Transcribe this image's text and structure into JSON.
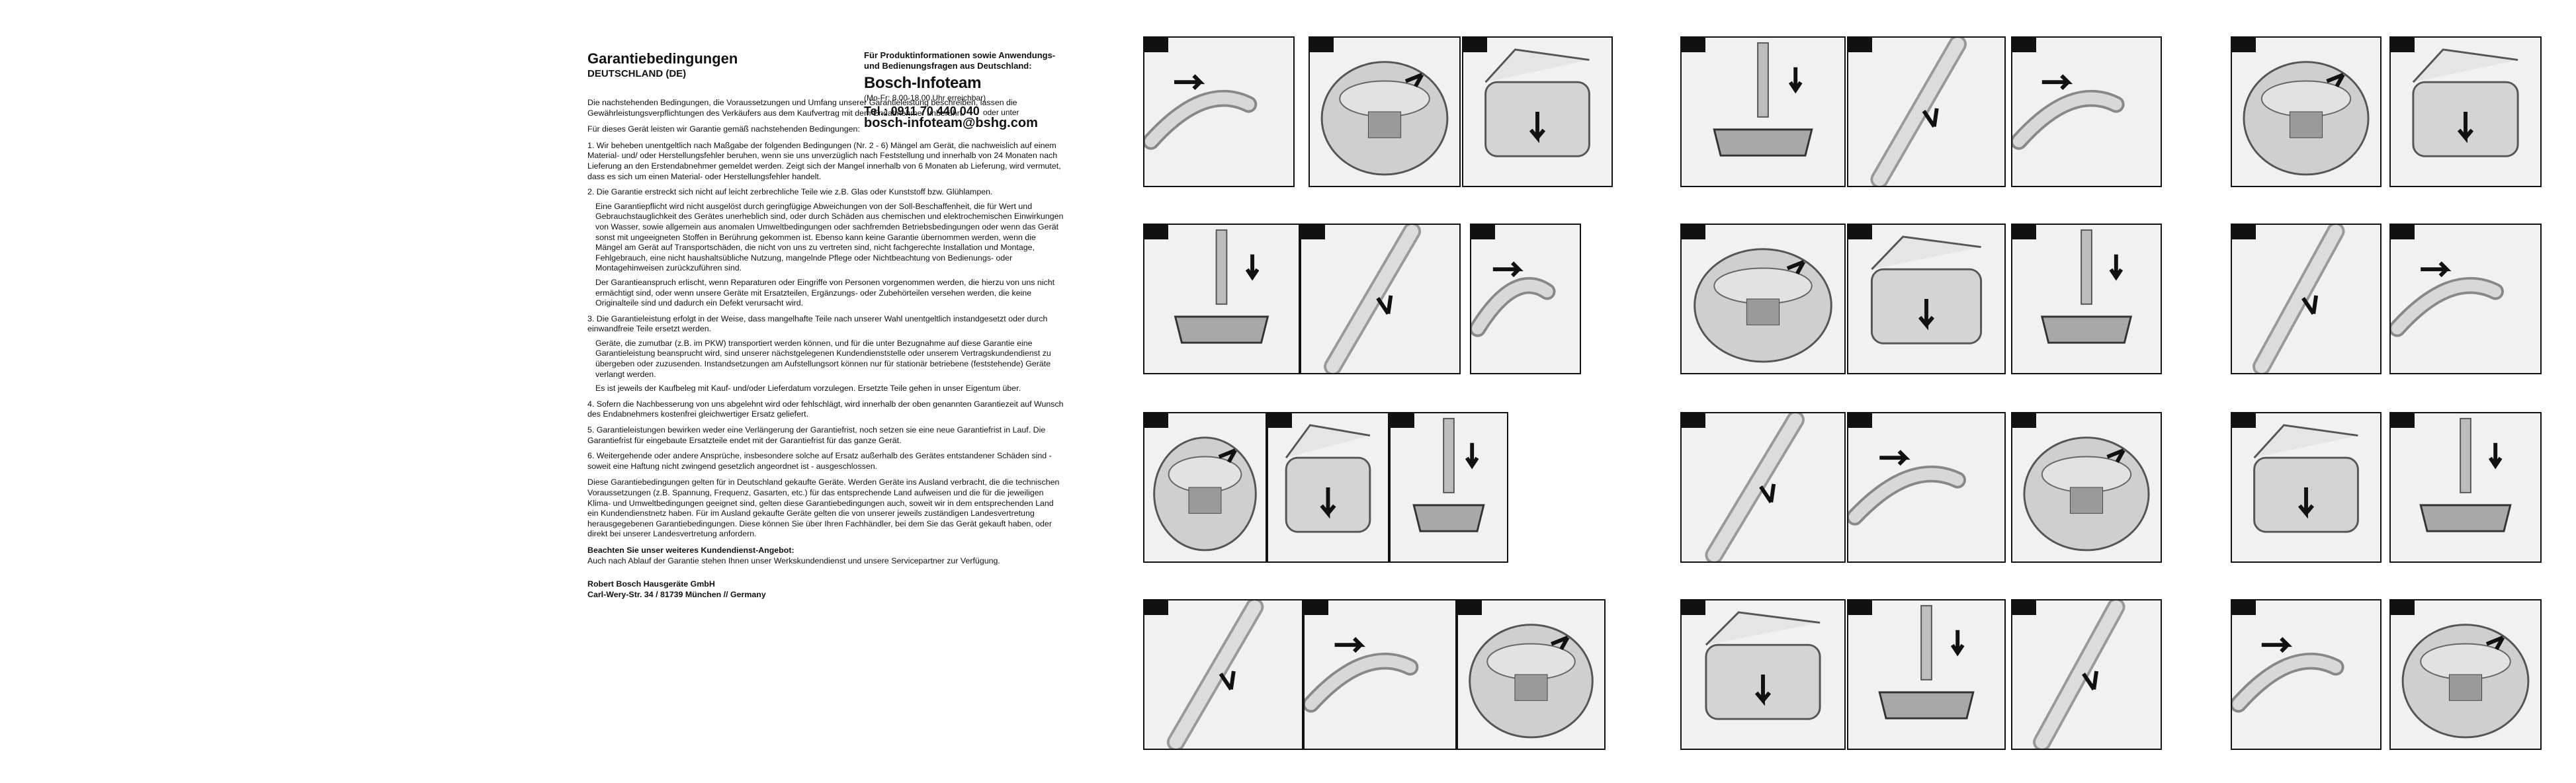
{
  "guarantee": {
    "title": "Garantiebedingungen",
    "subtitle": "DEUTSCHLAND (DE)",
    "intro": "Die nachstehenden Bedingungen, die Voraussetzungen und Umfang unserer Garantieleistung beschreiben, lassen die Gewährleistungsverpflichtungen des Verkäufers aus dem Kaufvertrag mit dem Endabnehmer unberührt.",
    "intro2": "Für dieses Gerät leisten wir Garantie gemäß nachstehenden Bedingungen:",
    "items": [
      [
        "1. Wir beheben unentgeltlich nach Maßgabe der folgenden Bedingungen (Nr. 2 - 6) Mängel am Gerät, die nachweislich auf einem Material- und/ oder Herstellungsfehler beruhen, wenn sie uns unverzüglich nach Feststellung und innerhalb von 24 Monaten nach Lieferung an den Erstendabnehmer gemeldet werden. Zeigt sich der Mangel innerhalb von 6 Monaten ab Lieferung, wird vermutet, dass es sich um einen Material- oder Herstellungsfehler handelt."
      ],
      [
        "2. Die Garantie erstreckt sich nicht auf leicht zerbrechliche Teile wie z.B. Glas oder Kunststoff bzw. Glühlampen.",
        "Eine Garantiepflicht wird nicht ausgelöst durch geringfügige Abweichungen von der Soll-Beschaffenheit, die für Wert und Gebrauchstauglichkeit des Gerätes unerheblich sind, oder durch Schäden aus chemischen und elektrochemischen Einwirkungen von Wasser, sowie allgemein aus anomalen Umweltbedingungen oder sachfremden Betriebsbedingungen oder wenn das Gerät sonst mit ungeeigneten Stoffen in Berührung gekommen ist. Ebenso kann keine Garantie übernommen werden, wenn die Mängel am Gerät auf Transportschäden, die nicht von uns zu vertreten sind, nicht fachgerechte Installation und Montage, Fehlgebrauch, eine nicht haushaltsübliche Nutzung, mangelnde Pflege oder Nichtbeachtung von Bedienungs- oder Montagehinweisen zurückzuführen sind.",
        "Der Garantieanspruch erlischt, wenn Reparaturen oder Eingriffe von Personen vorgenommen werden, die hierzu von uns nicht ermächtigt sind, oder wenn unsere Geräte mit Ersatzteilen, Ergänzungs- oder Zubehörteilen versehen werden, die keine Originalteile sind und dadurch ein Defekt verursacht wird."
      ],
      [
        "3. Die Garantieleistung erfolgt in der Weise, dass mangelhafte Teile nach unserer Wahl unentgeltlich instandgesetzt oder durch einwandfreie Teile ersetzt werden.",
        "Geräte, die zumutbar (z.B. im PKW) transportiert werden können, und für die unter Bezugnahme auf diese Garantie eine Garantieleistung beansprucht wird, sind unserer nächstgelegenen Kundendienststelle oder unserem Vertragskundendienst zu übergeben oder zuzusenden. Instandsetzungen am Aufstellungsort können nur für stationär betriebene (feststehende) Geräte verlangt werden.",
        "Es ist jeweils der Kaufbeleg mit Kauf- und/oder Lieferdatum vorzulegen. Ersetzte Teile gehen in unser Eigentum über."
      ],
      [
        "4. Sofern die Nachbesserung von uns abgelehnt wird oder fehlschlägt, wird innerhalb der oben genannten Garantiezeit auf Wunsch des Endabnehmers kostenfrei gleichwertiger Ersatz geliefert."
      ],
      [
        "5. Garantieleistungen bewirken weder eine Verlängerung der Garantiefrist, noch setzen sie eine neue Garantiefrist in Lauf. Die Garantiefrist für eingebaute Ersatzteile endet mit der Garantiefrist für das ganze Gerät."
      ],
      [
        "6. Weitergehende oder andere Ansprüche, insbesondere solche auf Ersatz außerhalb des Gerätes entstandener Schäden sind - soweit eine Haftung nicht zwingend gesetzlich angeordnet ist - ausgeschlossen."
      ]
    ],
    "closing": "Diese Garantiebedingungen gelten für in Deutschland gekaufte Geräte. Werden Geräte ins Ausland verbracht, die die technischen Voraussetzungen (z.B. Spannung, Frequenz, Gasarten, etc.) für das entsprechende Land aufweisen und die für die jeweiligen Klima- und Umweltbedingungen geeignet sind, gelten diese Garantiebedingungen auch, soweit wir in dem entsprechenden Land ein Kundendienstnetz haben. Für im Ausland gekaufte Geräte gelten die von unserer jeweils zuständigen Landesvertretung herausgegebenen Garantiebedingungen. Diese können Sie über Ihren Fachhändler, bei dem Sie das Gerät gekauft haben, oder direkt bei unserer Landesvertretung anfordern.",
    "offer_title": "Beachten Sie unser weiteres Kundendienst-Angebot:",
    "offer_text": "Auch nach Ablauf der Garantie stehen Ihnen unser Werkskundendienst und unsere Servicepartner zur Verfügung.",
    "company": "Robert Bosch Hausgeräte GmbH",
    "address": "Carl-Wery-Str. 34 / 81739 München // Germany"
  },
  "infoteam": {
    "intro": "Für Produktinformationen sowie Anwendungs- und Bedienungsfragen aus Deutschland:",
    "brand": "Bosch-Infoteam",
    "hours": "(Mo-Fr: 8.00-18.00 Uhr erreichbar)",
    "tel": "Tel.: 0911 70 440 040",
    "tel_suffix": "oder unter",
    "email": "bosch-infoteam@bshg.com"
  },
  "colors": {
    "frame": "#111111",
    "panel_bg": "#f1f1f1",
    "accent_gray": "#7a7a7a"
  },
  "figures": [
    "hose-insert-arrow",
    "vacuum-top-nozzle",
    "vacuum-lid-hand",
    "nozzle-icon",
    "vacuum-top-lid",
    "hose-removal-arrow",
    "vacuum-side",
    "bag-lid-open",
    "hose-socket",
    "hose-removal",
    "tube-connect",
    "nozzles-pair",
    "floor-nozzle-set",
    "vacuum-side-arrow",
    "lift-arrow",
    "floor-nozzle",
    "tube-extend",
    "tube-join",
    "tube-adjust",
    "vacuum-top-open",
    "lid-press",
    "hose-down",
    "bag-remove",
    "bag-disposal",
    "bag-pour",
    "cord-pull",
    "button-press",
    "filter-cover",
    "vacuum-carry",
    "vacuum-upright",
    "cord-rewind",
    "bag-insert",
    "filter-out"
  ]
}
